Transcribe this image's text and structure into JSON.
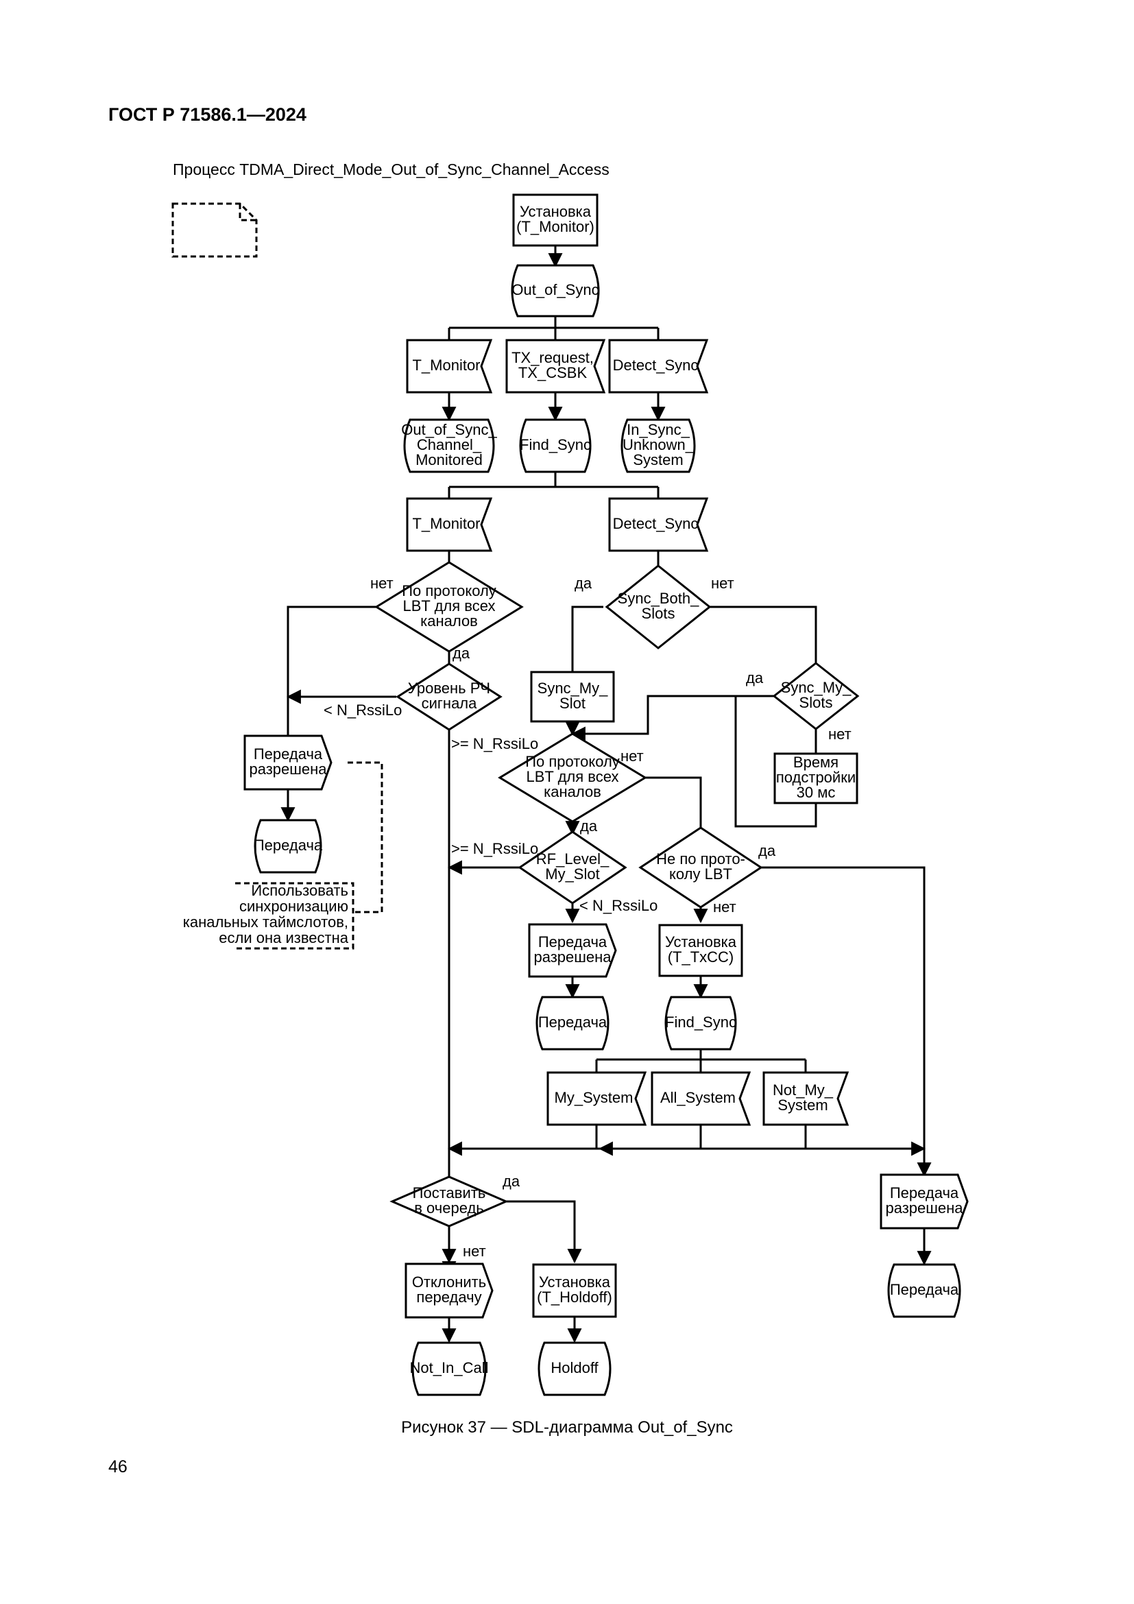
{
  "header": {
    "doc_id": "ГОСТ Р 71586.1—2024"
  },
  "process_title": "Процесс TDMA_Direct_Mode_Out_of_Sync_Channel_Access",
  "nodes": {
    "task_set_monitor": [
      "Установка",
      "(T_Monitor)"
    ],
    "state_out_of_sync": [
      "Out_of_Sync"
    ],
    "in_t_monitor_1": [
      "T_Monitor"
    ],
    "in_tx_request": [
      "TX_request,",
      "TX_CSBK"
    ],
    "in_detect_sync_1": [
      "Detect_Sync"
    ],
    "state_ch_monitored": [
      "Out_of_Sync_",
      "Channel_",
      "Monitored"
    ],
    "state_find_sync_1": [
      "Find_Sync"
    ],
    "state_in_sync_unknown": [
      "In_Sync_",
      "Unknown_",
      "System"
    ],
    "in_t_monitor_2": [
      "T_Monitor"
    ],
    "in_detect_sync_2": [
      "Detect_Sync"
    ],
    "dec_lbt_all_1": [
      "По протоколу",
      "LBT для всех",
      "каналов"
    ],
    "dec_sync_both": [
      "Sync_Both_",
      "Slots"
    ],
    "dec_rf_level": [
      "Уровень РЧ",
      "сигнала"
    ],
    "task_sync_my_slot": [
      "Sync_My_",
      "Slot"
    ],
    "dec_sync_my_slots": [
      "Sync_My_",
      "Slots"
    ],
    "task_adjust_time": [
      "Время",
      "подстройки",
      "30 мс"
    ],
    "out_tx_allowed_1": [
      "Передача",
      "разрешена"
    ],
    "state_tx_1": [
      "Передача"
    ],
    "comment": [
      "Использовать",
      "синхронизацию",
      "канальных таймслотов,",
      "если она известна"
    ],
    "dec_lbt_all_2": [
      "По протоколу",
      "LBT для всех",
      "каналов"
    ],
    "dec_rf_level_my_slot": [
      "RF_Level_",
      "My_Slot"
    ],
    "dec_not_lbt": [
      "Не по прото-",
      "колу LBT"
    ],
    "out_tx_allowed_2": [
      "Передача",
      "разрешена"
    ],
    "task_set_txcc": [
      "Установка",
      "(T_TxCC)"
    ],
    "state_tx_2": [
      "Передача"
    ],
    "state_find_sync_2": [
      "Find_Sync"
    ],
    "in_my_system": [
      "My_System"
    ],
    "in_all_system": [
      "All_System"
    ],
    "in_not_my_system": [
      "Not_My_",
      "System"
    ],
    "dec_queue": [
      "Поставить",
      "в очередь"
    ],
    "out_tx_allowed_3": [
      "Передача",
      "разрешена"
    ],
    "out_reject_tx": [
      "Отклонить",
      "передачу"
    ],
    "task_set_holdoff": [
      "Установка",
      "(T_Holdoff)"
    ],
    "state_tx_3": [
      "Передача"
    ],
    "state_not_in_call": [
      "Not_In_Call"
    ],
    "state_holdoff": [
      "Holdoff"
    ]
  },
  "labels": {
    "no_lbt1": "нет",
    "yes_lbt1": "да",
    "yes_sync_both": "да",
    "no_sync_both": "нет",
    "lt_rf1": "< N_RssiLo",
    "ge_rf1": ">= N_RssiLo",
    "yes_sync_my_slots": "да",
    "no_sync_my_slots": "нет",
    "no_lbt2": "нет",
    "yes_lbt2": "да",
    "ge_rf2": ">= N_RssiLo",
    "lt_rf2": "< N_RssiLo",
    "yes_not_lbt": "да",
    "no_not_lbt": "нет",
    "yes_queue": "да",
    "no_queue": "нет"
  },
  "caption": "Рисунок 37 — SDL-диаграмма Out_of_Sync",
  "page_number": "46"
}
